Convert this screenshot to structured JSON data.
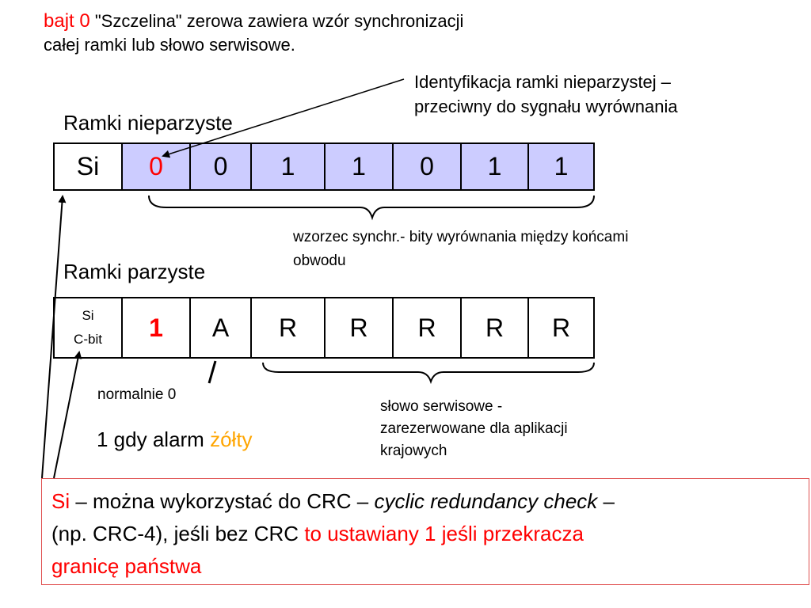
{
  "header": {
    "label_bajt": "bajt 0",
    "line1_rest": "\"Szczelina\" zerowa zawiera wzór synchronizacji",
    "line2": "całej ramki lub słowo serwisowe."
  },
  "ident_note": {
    "line1": "Identyfikacja ramki nieparzystej –",
    "line2": "przeciwny do sygnału wyrównania"
  },
  "odd_frame": {
    "title": "Ramki nieparzyste",
    "cells": [
      "Si",
      "0",
      "0",
      "1",
      "1",
      "0",
      "1",
      "1"
    ]
  },
  "odd_brace_label": {
    "line1": "wzorzec synchr.- bity wyrównania między końcami",
    "line2": "obwodu"
  },
  "even_frame": {
    "title": "Ramki parzyste",
    "si_line1": "Si",
    "si_line2": "C-bit",
    "cells": [
      "1",
      "A",
      "R",
      "R",
      "R",
      "R",
      "R"
    ]
  },
  "normal_note": "normalnie 0",
  "alarm_note": {
    "prefix": "1 gdy alarm",
    "colored": "żółty"
  },
  "service_note": {
    "line1": "słowo serwisowe -",
    "line2": "zarezerwowane dla aplikacji",
    "line3": "krajowych"
  },
  "si_box": {
    "si": "Si",
    "part1": "– można wykorzystać do CRC –",
    "italic": "cyclic redundancy check",
    "part2": "–",
    "line2_black": "(np. CRC-4), jeśli bez CRC",
    "line2_red": "to ustawiany 1 jeśli przekracza",
    "line3_red": "granicę państwa"
  },
  "colors": {
    "accent_red": "#ff0000",
    "highlight_blue": "#ccccff",
    "yellow": "#ffa500"
  }
}
